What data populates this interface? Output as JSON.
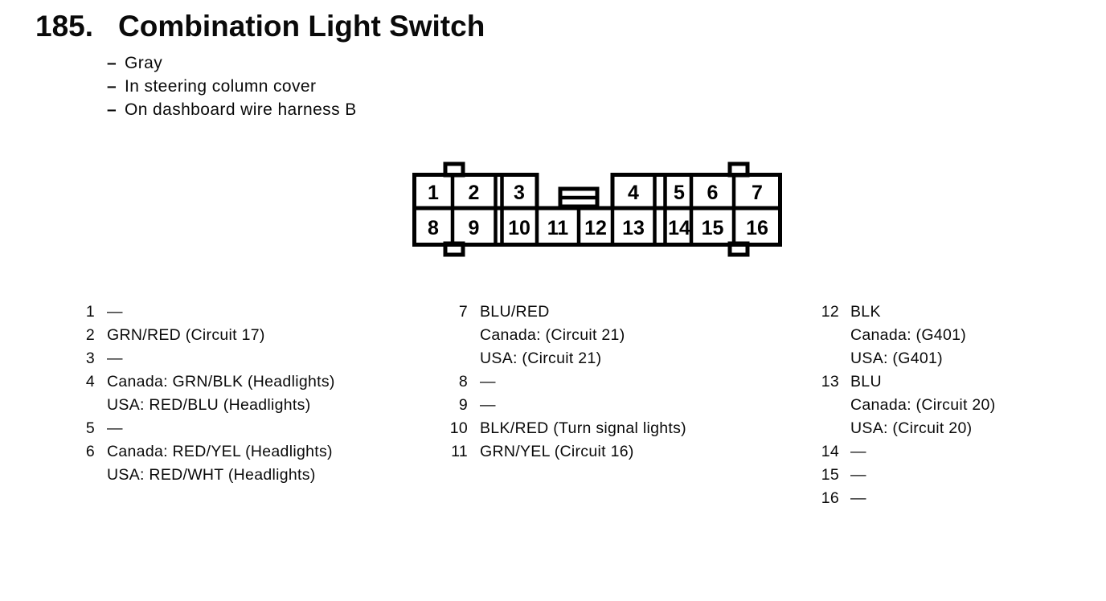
{
  "page": {
    "section_number": "185.",
    "title": "Combination Light Switch"
  },
  "notes": {
    "bullet": "–",
    "items": [
      "Gray",
      "In steering column cover",
      "On dashboard wire harness B"
    ]
  },
  "connector": {
    "pins": [
      "1",
      "2",
      "3",
      "4",
      "5",
      "6",
      "7",
      "8",
      "9",
      "10",
      "11",
      "12",
      "13",
      "14",
      "15",
      "16"
    ],
    "rows": 2,
    "outline_color": "#000000",
    "fill_color": "#ffffff"
  },
  "legend": {
    "col1": [
      {
        "num": "1",
        "lines": [
          "—"
        ]
      },
      {
        "num": "2",
        "lines": [
          "GRN/RED (Circuit 17)"
        ]
      },
      {
        "num": "3",
        "lines": [
          "—"
        ]
      },
      {
        "num": "4",
        "lines": [
          "Canada: GRN/BLK (Headlights)",
          "USA: RED/BLU (Headlights)"
        ]
      },
      {
        "num": "5",
        "lines": [
          "—"
        ]
      },
      {
        "num": "6",
        "lines": [
          "Canada: RED/YEL (Headlights)",
          "USA: RED/WHT (Headlights)"
        ]
      }
    ],
    "col2": [
      {
        "num": "7",
        "lines": [
          "BLU/RED",
          "Canada: (Circuit 21)",
          "USA: (Circuit 21)"
        ]
      },
      {
        "num": "8",
        "lines": [
          "—"
        ]
      },
      {
        "num": "9",
        "lines": [
          "—"
        ]
      },
      {
        "num": "10",
        "lines": [
          "BLK/RED (Turn signal lights)"
        ]
      },
      {
        "num": "11",
        "lines": [
          "GRN/YEL (Circuit 16)"
        ]
      }
    ],
    "col3": [
      {
        "num": "12",
        "lines": [
          "BLK",
          "Canada: (G401)",
          "USA: (G401)"
        ]
      },
      {
        "num": "13",
        "lines": [
          "BLU",
          "Canada: (Circuit 20)",
          "USA: (Circuit 20)"
        ]
      },
      {
        "num": "14",
        "lines": [
          "—"
        ]
      },
      {
        "num": "15",
        "lines": [
          "—"
        ]
      },
      {
        "num": "16",
        "lines": [
          "—"
        ]
      }
    ]
  }
}
